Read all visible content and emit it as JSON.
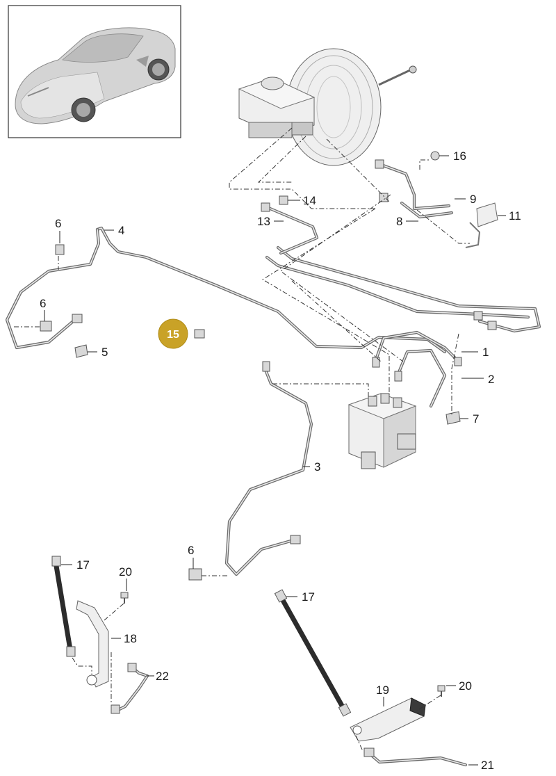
{
  "badge": {
    "label": "15",
    "color": "#c9a227"
  },
  "callouts": {
    "c1": "1",
    "c2": "2",
    "c3": "3",
    "c4": "4",
    "c5": "5",
    "c6a": "6",
    "c6b": "6",
    "c6c": "6",
    "c7": "7",
    "c8": "8",
    "c9": "9",
    "c11": "11",
    "c13": "13",
    "c14": "14",
    "c16": "16",
    "c17a": "17",
    "c17b": "17",
    "c18": "18",
    "c19": "19",
    "c20a": "20",
    "c20b": "20",
    "c21": "21",
    "c22": "22"
  },
  "icons": {
    "thumbnail": "car-thumbnail-icon",
    "booster": "brake-booster-icon",
    "abs": "abs-unit-icon"
  }
}
